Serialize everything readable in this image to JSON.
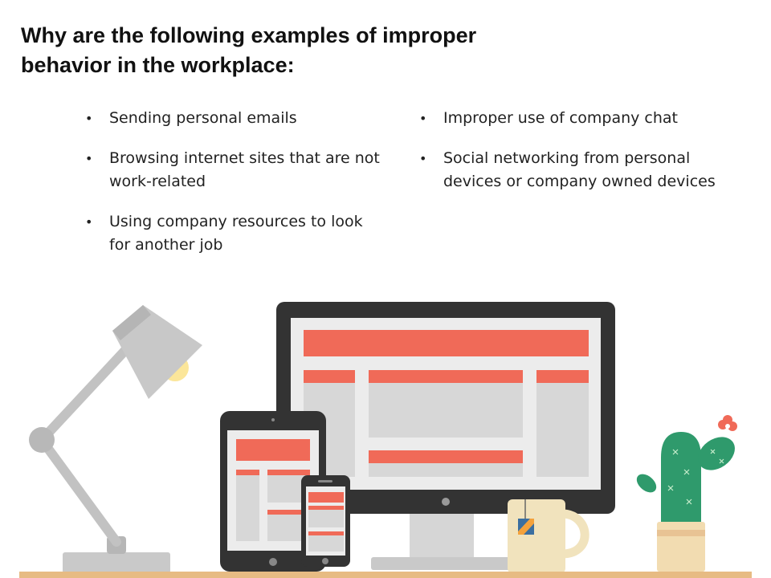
{
  "slide": {
    "title": "Why are the following examples of improper behavior in the workplace:",
    "bullet_glyph": "•",
    "left_bullets": [
      "Sending personal emails",
      "Browsing internet sites that are not work-related",
      "Using company resources to look for another job"
    ],
    "right_bullets": [
      "Improper use of company chat",
      "Social networking from personal devices or company owned devices"
    ]
  },
  "illustration": {
    "items": [
      "desk-lamp",
      "desktop-monitor",
      "tablet",
      "smartphone",
      "tea-mug",
      "potted-cactus",
      "desk"
    ],
    "colors": {
      "accent": "#f06a58",
      "device_frame": "#333333",
      "screen_bg": "#ececec",
      "placeholder": "#d7d7d7",
      "lamp": "#c2c2c2",
      "bulb_glow": "#fbe69a",
      "mug": "#f1e3bd",
      "cactus": "#2f9a6c",
      "pot": "#f2dcb1",
      "desk": "#e7bb83"
    }
  }
}
